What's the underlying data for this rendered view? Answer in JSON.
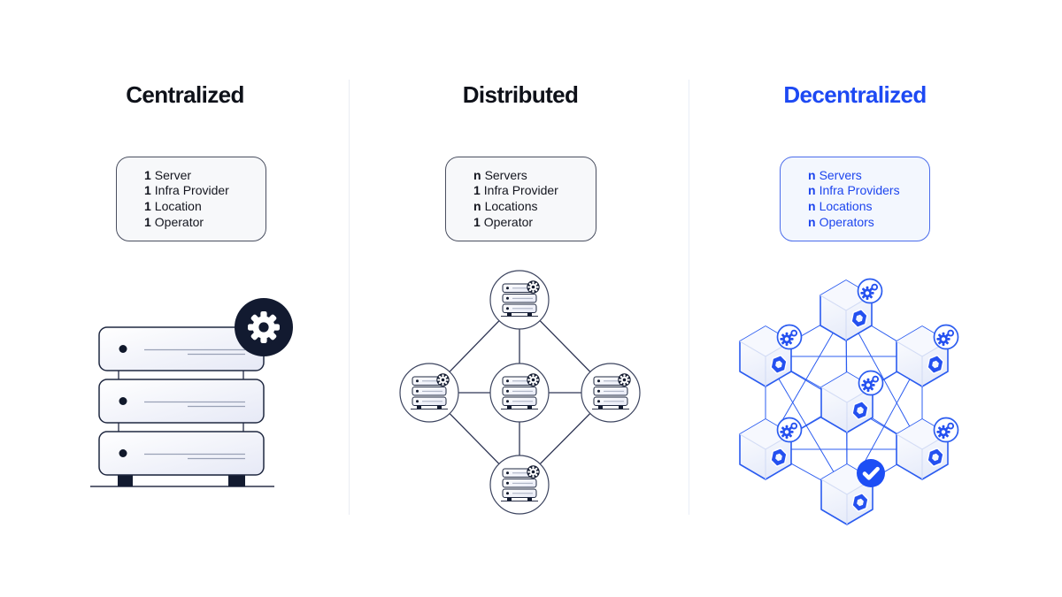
{
  "columns": [
    {
      "title": "Centralized",
      "specs": [
        {
          "qty": "1",
          "label": "Server"
        },
        {
          "qty": "1",
          "label": "Infra Provider"
        },
        {
          "qty": "1",
          "label": "Location"
        },
        {
          "qty": "1",
          "label": "Operator"
        }
      ],
      "illustration": "single-server-rack-with-gear-badge"
    },
    {
      "title": "Distributed",
      "specs": [
        {
          "qty": "n",
          "label": "Servers"
        },
        {
          "qty": "1",
          "label": "Infra Provider"
        },
        {
          "qty": "n",
          "label": "Locations"
        },
        {
          "qty": "1",
          "label": "Operator"
        }
      ],
      "illustration": "five-server-nodes-diamond-network"
    },
    {
      "title": "Decentralized",
      "specs": [
        {
          "qty": "n",
          "label": "Servers"
        },
        {
          "qty": "n",
          "label": "Infra Providers"
        },
        {
          "qty": "n",
          "label": "Locations"
        },
        {
          "qty": "n",
          "label": "Operators"
        }
      ],
      "illustration": "seven-hexagon-full-mesh-with-gear-and-check-badges"
    }
  ],
  "icons": {
    "gear-icon": "⚙",
    "gear-pair-icon": "⚙°",
    "check-icon": "✓",
    "nut-icon": "⬡"
  },
  "colors": {
    "background": "#ffffff",
    "title_ink": "#0e1119",
    "accent_blue": "#1d49f3",
    "illustration_blue": "#2b5cf0",
    "dark_navy": "#121a30",
    "node_circle_stroke": "#3d4560",
    "network_edge": "#2e3554",
    "divider": "#e9ecf3",
    "neutral_box_bg": "#f7f8fa",
    "neutral_box_border": "#4a4f60",
    "blue_box_bg": "#f3f7fe",
    "blue_box_border": "#4a6ceb",
    "check_badge_fill": "#1d4ef5"
  }
}
